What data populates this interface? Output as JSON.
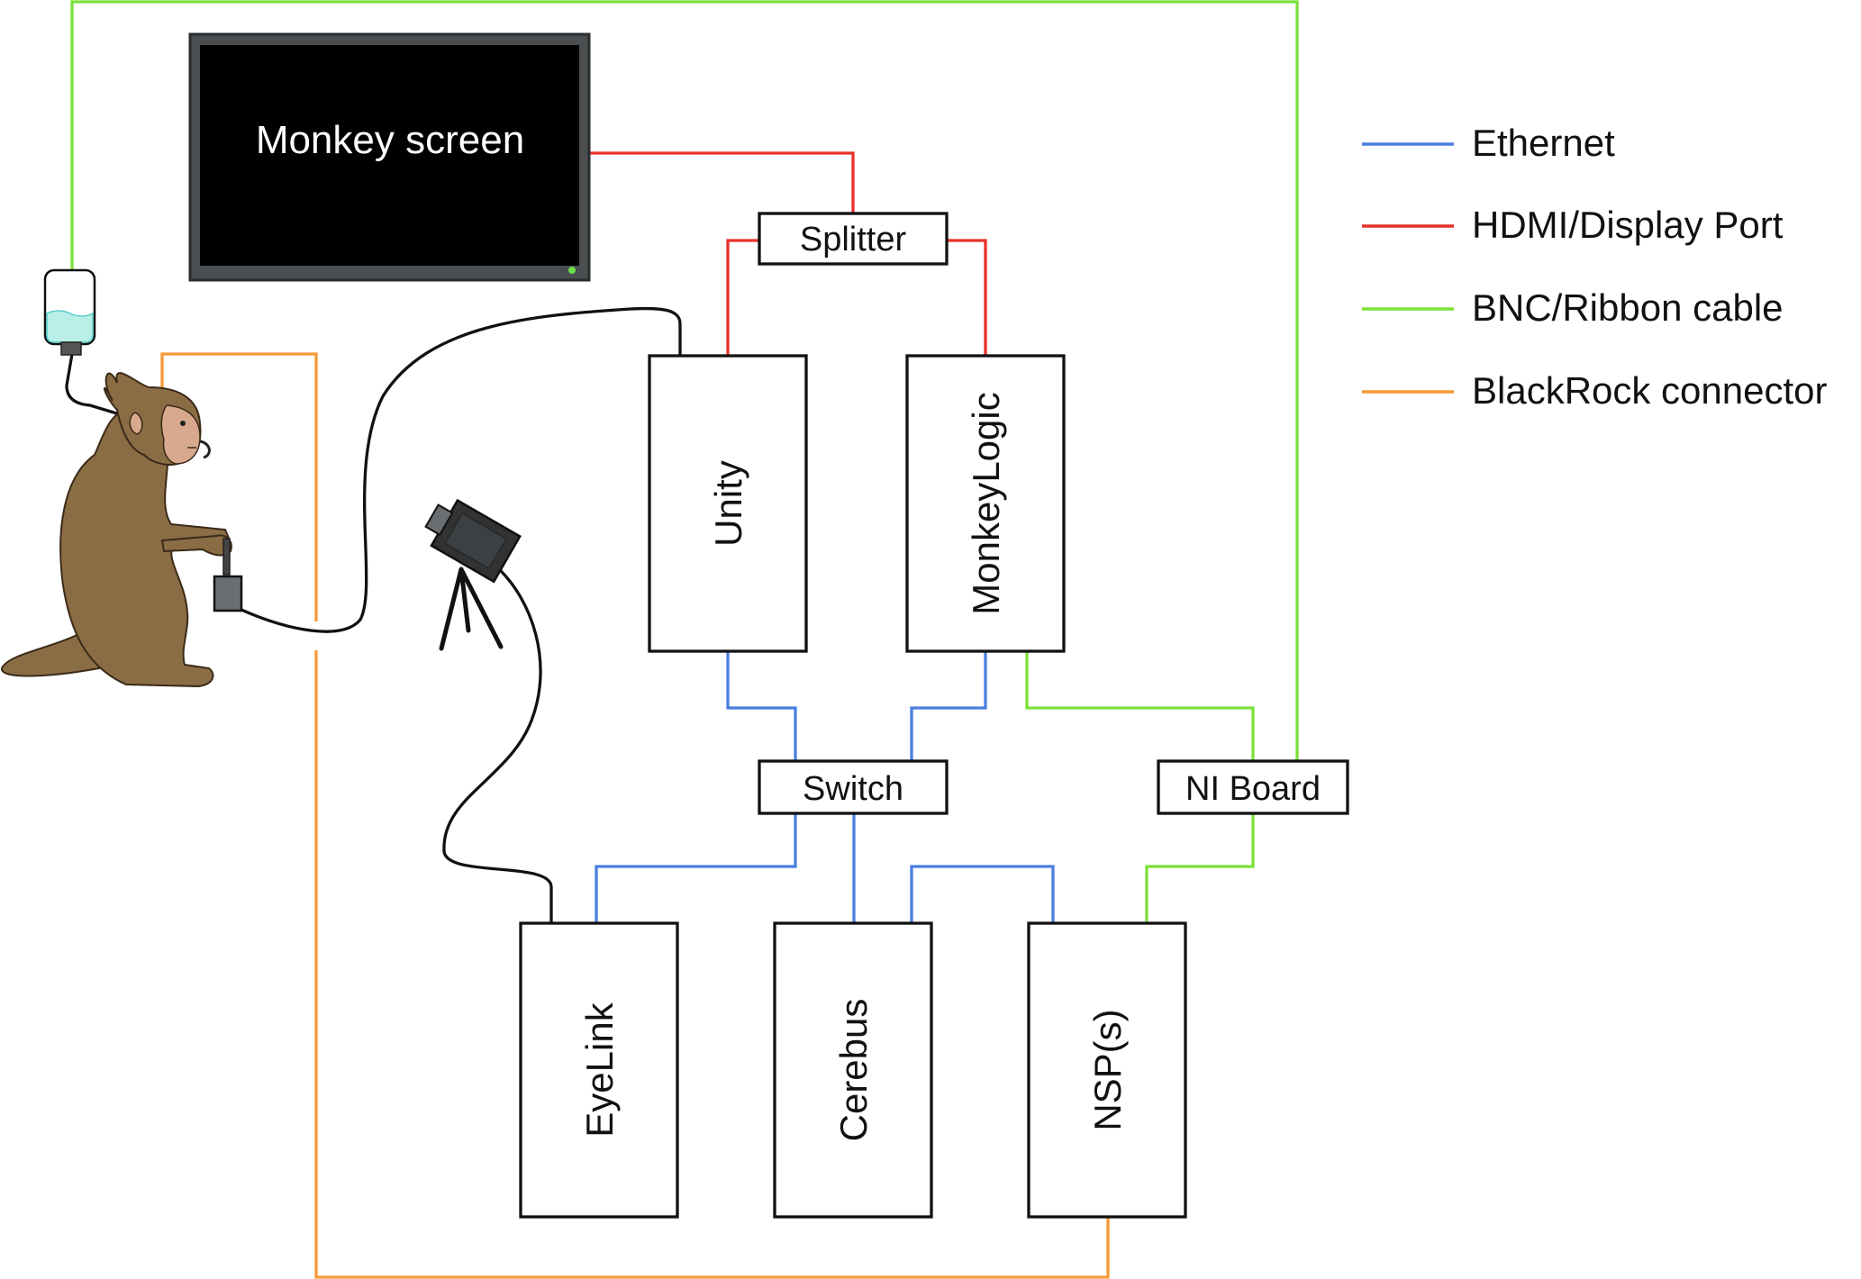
{
  "nodes": {
    "monkey_screen": "Monkey screen",
    "splitter": "Splitter",
    "unity": "Unity",
    "monkeylogic": "MonkeyLogic",
    "switch": "Switch",
    "ni_board": "NI Board",
    "eyelink": "EyeLink",
    "cerebus": "Cerebus",
    "nsp": "NSP(s)"
  },
  "legend": {
    "items": [
      {
        "label": "Ethernet",
        "color": "#4a7fe0"
      },
      {
        "label": "HDMI/Display Port",
        "color": "#e8312a"
      },
      {
        "label": "BNC/Ribbon cable",
        "color": "#7be03a"
      },
      {
        "label": "BlackRock connector",
        "color": "#f59a37"
      }
    ]
  },
  "icons": {
    "monkey": "monkey-icon",
    "juice_bottle": "juice-bottle-icon",
    "joystick": "joystick-icon",
    "eye_camera": "eye-tracker-camera-icon"
  },
  "colors": {
    "ethernet": "#4a7fe0",
    "hdmi": "#e8312a",
    "bnc": "#7be03a",
    "blackrock": "#f59a37",
    "monkey_fur": "#8a6d44"
  }
}
